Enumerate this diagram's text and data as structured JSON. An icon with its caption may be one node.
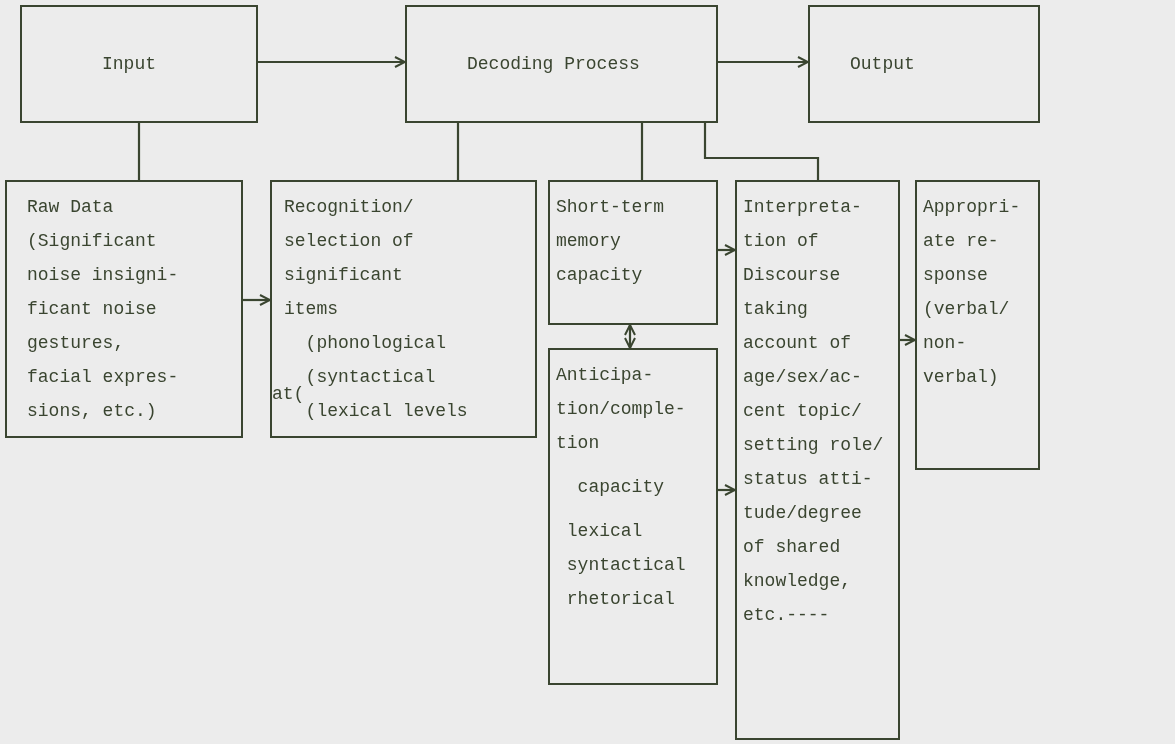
{
  "diagram": {
    "nodes": [
      {
        "text": [
          "Input"
        ]
      },
      {
        "text": [
          "Decoding Process"
        ]
      },
      {
        "text": [
          "Output"
        ]
      },
      {
        "text": [
          "Raw Data (Significant noise insigni- ficant noise gestures, facial expres- sions, etc.)"
        ]
      },
      {
        "text": [
          "Recognition/ selection of significant items",
          "(phonological",
          "(syntactical",
          "at(",
          "(lexical levels"
        ]
      },
      {
        "text": [
          "Short-term memory capacity"
        ]
      },
      {
        "text": [
          "Anticipa- tion/comple- tion",
          "capacity",
          "lexical",
          "syntactical",
          "rhetorical"
        ]
      },
      {
        "text": [
          "Interpreta- tion of Discourse taking account of age/sex/ac- cent topic/ setting role/ status atti- tude/degree of shared knowledge, etc.----"
        ]
      },
      {
        "text": [
          "Appropri- ate re- sponse (verbal/ non- verbal)"
        ]
      }
    ],
    "edges": [
      {
        "from": 0,
        "to": 1,
        "arrow": "to"
      },
      {
        "from": 1,
        "to": 2,
        "arrow": "to"
      },
      {
        "from": 0,
        "to": 3,
        "arrow": "none"
      },
      {
        "from": 1,
        "to": 4,
        "arrow": "none"
      },
      {
        "from": 1,
        "to": 5,
        "arrow": "none"
      },
      {
        "from": 1,
        "to": 7,
        "arrow": "none"
      },
      {
        "from": 3,
        "to": 4,
        "arrow": "to"
      },
      {
        "from": 5,
        "to": 7,
        "arrow": "to"
      },
      {
        "from": 6,
        "to": 7,
        "arrow": "to"
      },
      {
        "from": 7,
        "to": 8,
        "arrow": "to"
      },
      {
        "from": 5,
        "to": 6,
        "arrow": "both"
      }
    ]
  }
}
